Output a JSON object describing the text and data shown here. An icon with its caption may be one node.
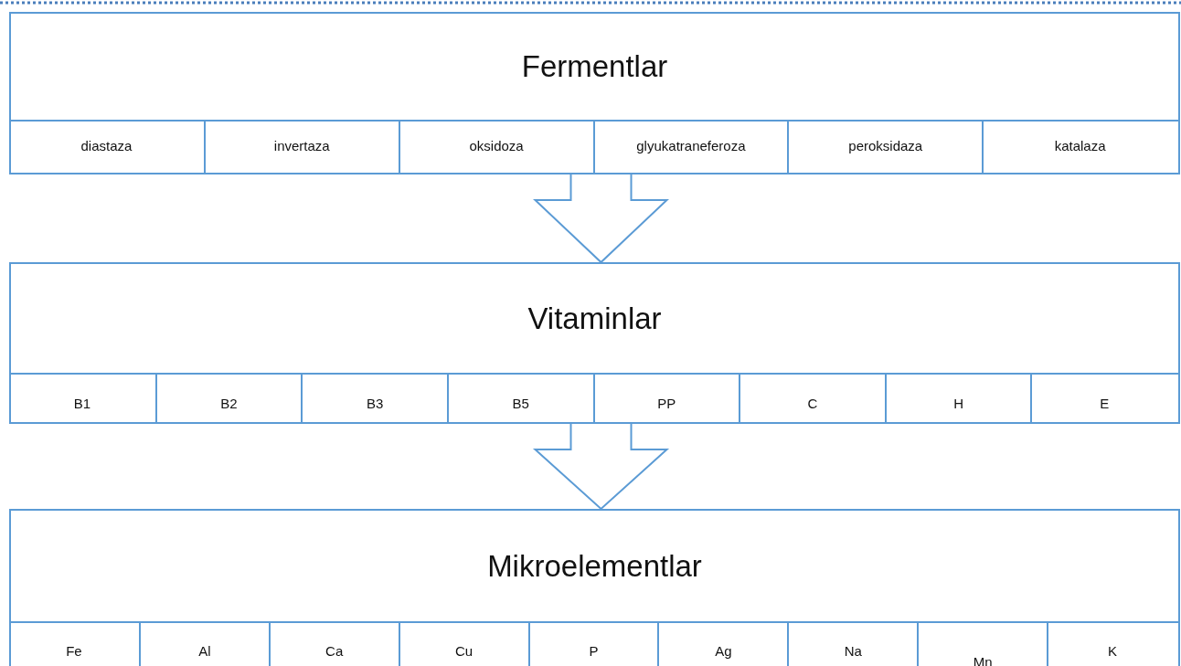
{
  "diagram": {
    "nodes": [
      {
        "text": [
          "Fermentlar"
        ]
      },
      {
        "text": [
          "diastaza"
        ],
        "in": 0
      },
      {
        "text": [
          "invertaza"
        ],
        "in": 0
      },
      {
        "text": [
          "oksidoza"
        ],
        "in": 0
      },
      {
        "text": [
          "glyukatraneferoza"
        ],
        "in": 0
      },
      {
        "text": [
          "peroksidaza"
        ],
        "in": 0
      },
      {
        "text": [
          "katalaza"
        ],
        "in": 0
      },
      {
        "text": [
          "Vitaminlar"
        ]
      },
      {
        "text": [
          "B1"
        ],
        "in": 7
      },
      {
        "text": [
          "B2"
        ],
        "in": 7
      },
      {
        "text": [
          "B3"
        ],
        "in": 7
      },
      {
        "text": [
          "B5"
        ],
        "in": 7
      },
      {
        "text": [
          "PP"
        ],
        "in": 7
      },
      {
        "text": [
          "C"
        ],
        "in": 7
      },
      {
        "text": [
          "H"
        ],
        "in": 7
      },
      {
        "text": [
          "E"
        ],
        "in": 7
      },
      {
        "text": [
          "Mikroelementlar"
        ]
      },
      {
        "text": [
          "Fe"
        ],
        "in": 16
      },
      {
        "text": [
          "Al"
        ],
        "in": 16
      },
      {
        "text": [
          "Ca"
        ],
        "in": 16
      },
      {
        "text": [
          "Cu"
        ],
        "in": 16
      },
      {
        "text": [
          "P"
        ],
        "in": 16
      },
      {
        "text": [
          "Ag"
        ],
        "in": 16
      },
      {
        "text": [
          "Na"
        ],
        "in": 16
      },
      {
        "text": [
          "Mn"
        ],
        "in": 16
      },
      {
        "text": [
          "K"
        ],
        "in": 16
      }
    ],
    "edges": [
      {
        "from": 0,
        "to": 7,
        "arrow": "to"
      },
      {
        "from": 7,
        "to": 16,
        "arrow": "to"
      }
    ]
  }
}
